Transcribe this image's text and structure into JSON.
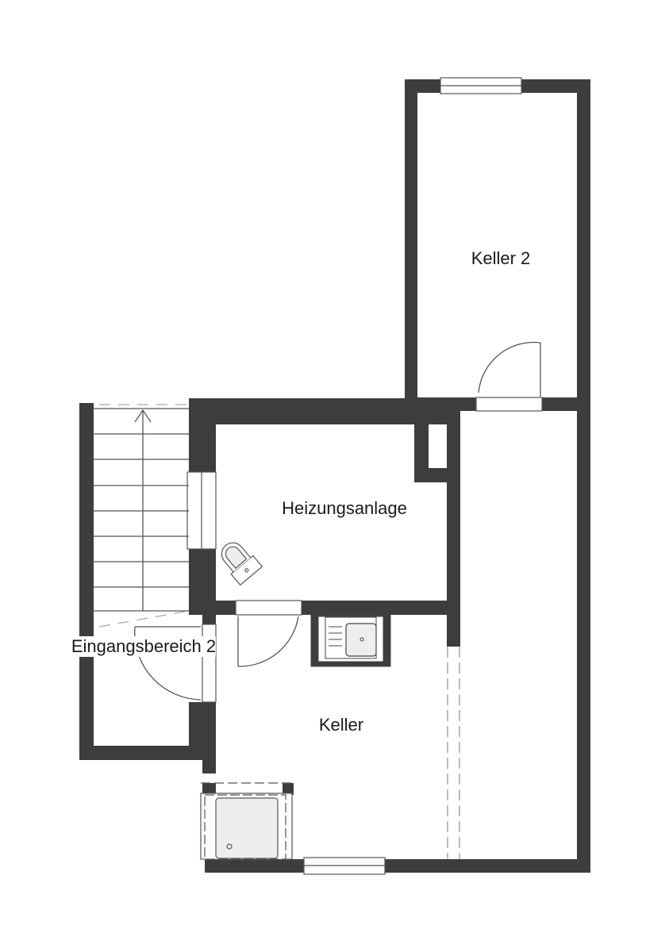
{
  "colors": {
    "wall": "#3d3d3d",
    "background": "#ffffff",
    "fixture_fill": "#eeeeee",
    "line": "#555555"
  },
  "rooms": [
    {
      "id": "keller-2",
      "label": "Keller 2"
    },
    {
      "id": "heizungsanlage",
      "label": "Heizungsanlage"
    },
    {
      "id": "eingangsbereich-2",
      "label": "Eingangsbereich 2"
    },
    {
      "id": "keller",
      "label": "Keller"
    }
  ],
  "fixtures": [
    "staircase-up-arrow",
    "toilet",
    "sink",
    "shower"
  ]
}
